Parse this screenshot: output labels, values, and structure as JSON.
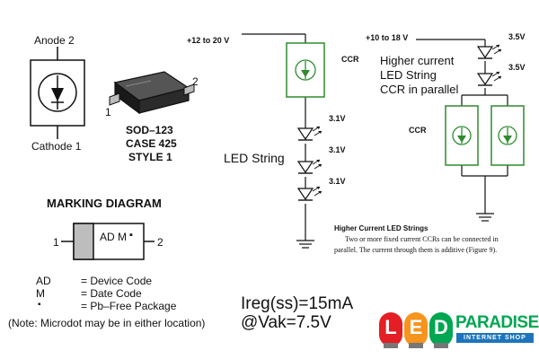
{
  "package": {
    "anode_label": "Anode 2",
    "cathode_label": "Cathode 1",
    "pin2": "2",
    "pin1": "1",
    "package_name": "SOD–123",
    "case": "CASE 425",
    "style": "STYLE 1"
  },
  "marking": {
    "title": "MARKING DIAGRAM",
    "code": "AD M",
    "dot": "▪",
    "pin_left": "1",
    "pin_right": "2",
    "legend": [
      {
        "key": "AD",
        "value": "= Device Code"
      },
      {
        "key": "M",
        "value": "= Date Code"
      },
      {
        "key": "▪",
        "value": "= Pb–Free Package"
      }
    ],
    "note": "(Note: Microdot may be in either location)"
  },
  "circuit1": {
    "supply": "+12 to 20 V",
    "ccr_label": "CCR",
    "led_string_label": "LED String",
    "led_voltages": [
      "3.1V",
      "3.1V",
      "3.1V"
    ]
  },
  "circuit2": {
    "supply": "+10 to 18 V",
    "title_lines": [
      "Higher current",
      "LED String",
      "CCR in parallel"
    ],
    "led_voltages": [
      "3.5V",
      "3.5V"
    ],
    "ccr_label": "CCR"
  },
  "caption": {
    "heading": "Higher Current LED Strings",
    "line1": "Two or more fixed current CCRs can be connected in",
    "line2": "parallel. The current through them is additive (Figure 9)."
  },
  "spec": {
    "line1": "Ireg(ss)=15mA",
    "line2": "@Vak=7.5V"
  },
  "logo": {
    "letters": [
      "L",
      "E",
      "D"
    ],
    "word": "PARADISE",
    "tagline": "INTERNET SHOP",
    "colors": [
      "#e31e24",
      "#f7941d",
      "#00a651",
      "#1c75bc"
    ]
  },
  "colors": {
    "ccr_green": "#2e8b2e",
    "ink": "#111111"
  }
}
